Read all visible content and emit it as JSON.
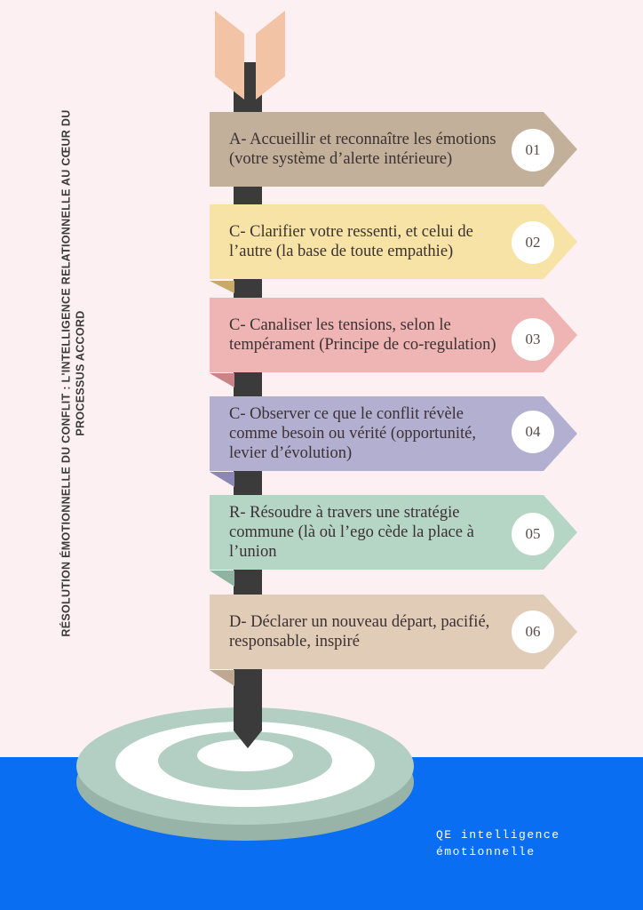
{
  "vertical_title": {
    "line1": "RÉSOLUTION ÉMOTIONNELLE DU CONFLIT : L'INTELLIGENCE RELATIONNELLE AU CŒUR DU",
    "line2": "PROCESSUS ACCORD"
  },
  "steps": [
    {
      "text": "A- Accueillir et reconnaître les émotions (votre système d’alerte intérieure)",
      "number": "01",
      "color": "#c3b09b"
    },
    {
      "text": "C- Clarifier votre ressenti, et celui de l’autre (la base de toute empathie)",
      "number": "02",
      "color": "#f7e3a6"
    },
    {
      "text": "C- Canaliser les tensions, selon le tempérament (Principe de co-regulation)",
      "number": "03",
      "color": "#efb4b4"
    },
    {
      "text": "C- Observer ce que le conflit révèle comme besoin ou vérité (opportunité, levier d’évolution)",
      "number": "04",
      "color": "#b3afd1"
    },
    {
      "text": "R- Résoudre à travers une stratégie commune (là où l’ego cède la place à l’union",
      "number": "05",
      "color": "#b5d5c5"
    },
    {
      "text": "D- Déclarer un nouveau départ, pacifié, responsable, inspiré",
      "number": "06",
      "color": "#e1ccb7"
    }
  ],
  "footer": {
    "line1": "QE intelligence",
    "line2": "émotionnelle"
  },
  "colors": {
    "background": "#fdf0f3",
    "blue_band": "#0a6ef2",
    "pole": "#3b3b3b",
    "feather": "#f3c3a5",
    "target_ring": "#b3cfc4",
    "target_white": "#ffffff"
  }
}
